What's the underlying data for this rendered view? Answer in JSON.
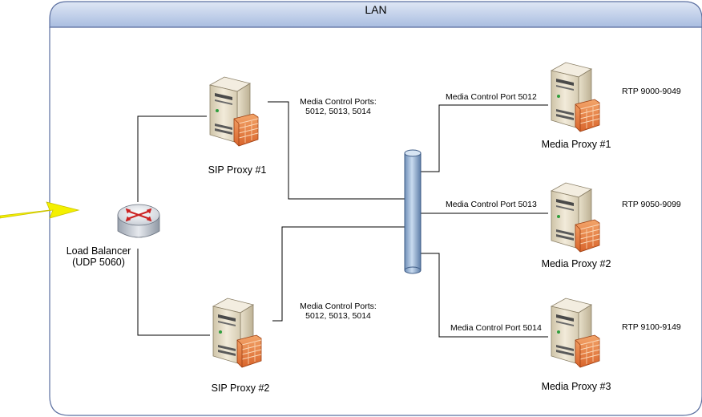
{
  "lan": {
    "title": "LAN"
  },
  "nodes": {
    "load_balancer": {
      "line1": "Load Balancer",
      "line2": "(UDP 5060)"
    },
    "sip1": {
      "label": "SIP Proxy #1",
      "ports_line1": "Media Control Ports:",
      "ports_line2": "5012, 5013, 5014"
    },
    "sip2": {
      "label": "SIP Proxy #2",
      "ports_line1": "Media Control Ports:",
      "ports_line2": "5012, 5013, 5014"
    },
    "media1": {
      "label": "Media Proxy #1",
      "control": "Media Control Port 5012",
      "rtp": "RTP 9000-9049"
    },
    "media2": {
      "label": "Media Proxy #2",
      "control": "Media Control Port 5013",
      "rtp": "RTP 9050-9099"
    },
    "media3": {
      "label": "Media Proxy #3",
      "control": "Media Control Port 5014",
      "rtp": "RTP 9100-9149"
    }
  },
  "colors": {
    "lan_header": "#b8c9e6",
    "lan_border": "#5b6fa0",
    "lightning": "#f4f000",
    "bus": "#9db8d8",
    "server_body": "#e7dcc4",
    "router_arrows": "#cc2222"
  }
}
